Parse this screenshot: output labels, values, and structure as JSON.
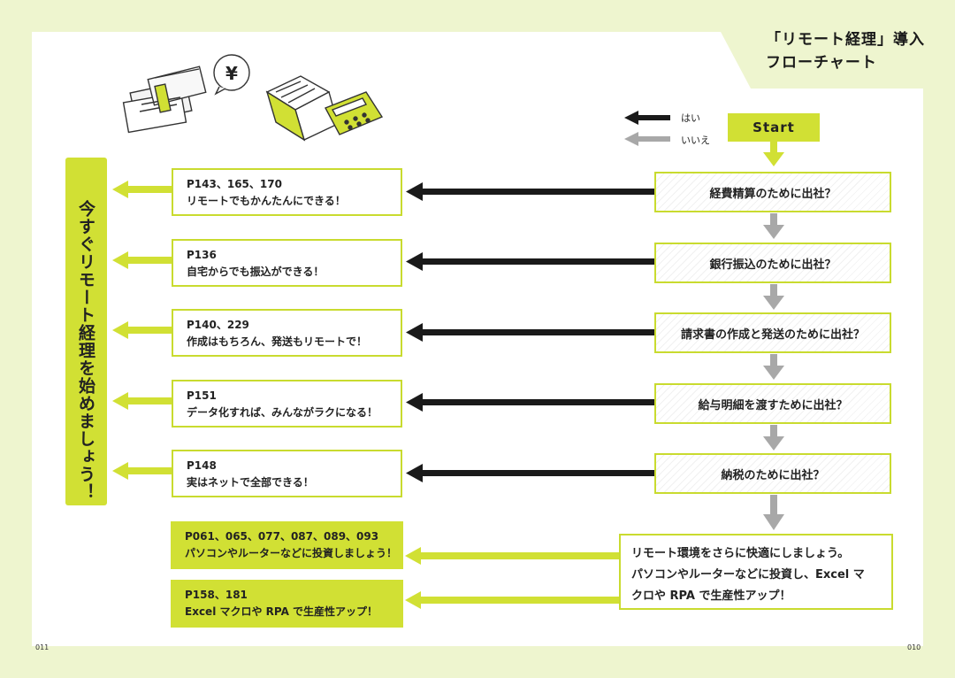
{
  "title": {
    "line1": "「リモート経理」導入",
    "line2": "フローチャート"
  },
  "legend": {
    "yes_label": "はい",
    "no_label": "いいえ"
  },
  "start_label": "Start",
  "questions": [
    "経費精算のために出社？",
    "銀行振込のために出社？",
    "請求書の作成と発送のために出社？",
    "給与明細を渡すために出社？",
    "納税のために出社？"
  ],
  "results": [
    {
      "pages": "P143、165、170",
      "text": "リモートでもかんたんにできる！"
    },
    {
      "pages": "P136",
      "text": "自宅からでも振込ができる！"
    },
    {
      "pages": "P140、229",
      "text": "作成はもちろん、発送もリモートで！"
    },
    {
      "pages": "P151",
      "text": "データ化すれば、みんながラクになる！"
    },
    {
      "pages": "P148",
      "text": "実はネットで全部できる！"
    }
  ],
  "final": {
    "line1": "リモート環境をさらに快適にしましょう。",
    "line2": "パソコンやルーターなどに投資し、Excel マ",
    "line3": "クロや RPA で生産性アップ！"
  },
  "final_results": [
    {
      "pages": "P061、065、077、087、089、093",
      "text": "パソコンやルーターなどに投資しましょう！"
    },
    {
      "pages": "P158、181",
      "text": "Excel マクロや RPA で生産性アップ！"
    }
  ],
  "side_banner": "今すぐリモート経理を始めましょう！",
  "page_numbers": {
    "left": "011",
    "right": "010"
  },
  "colors": {
    "accent": "#d1e034",
    "border": "#c9db2f",
    "yes_arrow": "#1a1a1a",
    "no_arrow": "#a8a8a8",
    "background": "#eef5cf"
  }
}
